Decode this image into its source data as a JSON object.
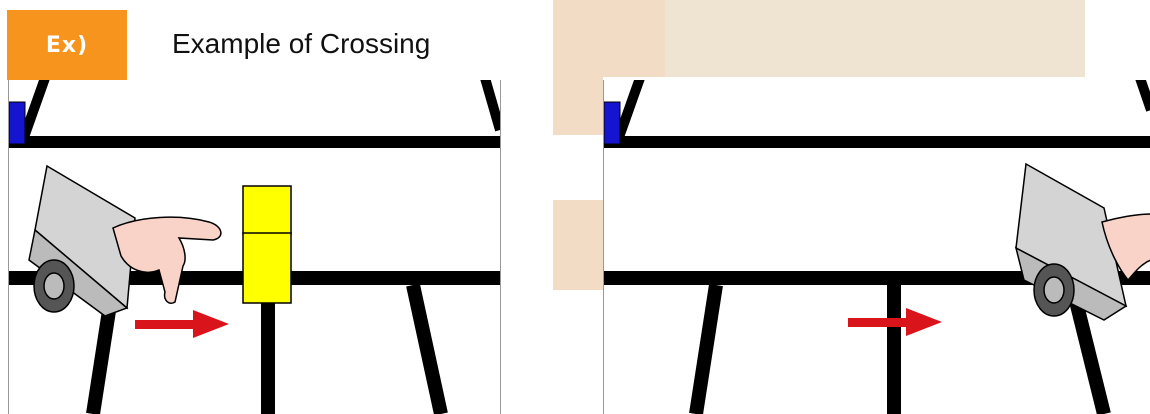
{
  "badge": {
    "label": "Ex)",
    "color": "#f7941d"
  },
  "title": {
    "text": "Example of Crossing"
  },
  "colors": {
    "line": "#000000",
    "block_yellow": "#ffff00",
    "block_blue": "#1515d0",
    "arrow": "#d9141b",
    "robot": "#cccccc",
    "hand": "#f9d3c8",
    "background_shape": "#f0d8c0"
  },
  "panels": [
    {
      "name": "before",
      "icons": [
        "robot-icon",
        "hand-icon",
        "yellow-block-icon",
        "blue-block-icon",
        "arrow-icon"
      ]
    },
    {
      "name": "after",
      "icons": [
        "robot-icon",
        "hand-icon",
        "blue-block-icon",
        "arrow-icon"
      ]
    }
  ]
}
